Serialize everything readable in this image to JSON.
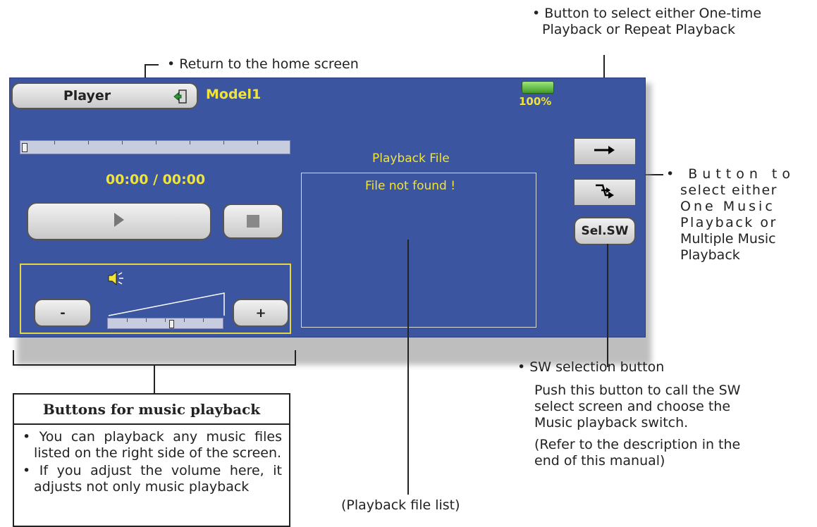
{
  "annotations": {
    "return_home": "Return to the home screen",
    "playback_mode_line1": "Button to select either One-time",
    "playback_mode_line2": "Playback or Repeat Playback",
    "music_mode_line1": "Button to",
    "music_mode_line2": "select either",
    "music_mode_line3": "One Music",
    "music_mode_line4": "Playback or",
    "music_mode_line5": "Multiple Music",
    "music_mode_line6": "Playback",
    "sw_title": "SW selection button",
    "sw_desc_line1": "Push this button to call the SW",
    "sw_desc_line2": "select screen and choose the",
    "sw_desc_line3": "Music playback switch.",
    "sw_ref_line1": "(Refer to the description in the",
    "sw_ref_line2": "end of this manual)",
    "file_list": "(Playback file list)"
  },
  "music_box": {
    "title": "Buttons for music playback",
    "bullet1": "You can playback any music files listed on the right side of the screen.",
    "bullet2": "If you adjust the volume here, it adjusts not only music playback"
  },
  "screen": {
    "tab_label": "Player",
    "model_name": "Model1",
    "battery_percent": "100%",
    "battery_level": 1.0,
    "playback_progress": 0.0,
    "volume_level": 0.55,
    "time_display": "00:00 / 00:00",
    "file_header": "Playback File",
    "file_status": "File not found !",
    "minus_label": "-",
    "plus_label": "+",
    "sel_sw_label": "Sel.SW"
  },
  "colors": {
    "screen_bg": "#3b55a0",
    "text_yellow": "#f0e43a",
    "battery_green": "#5fc43a"
  }
}
